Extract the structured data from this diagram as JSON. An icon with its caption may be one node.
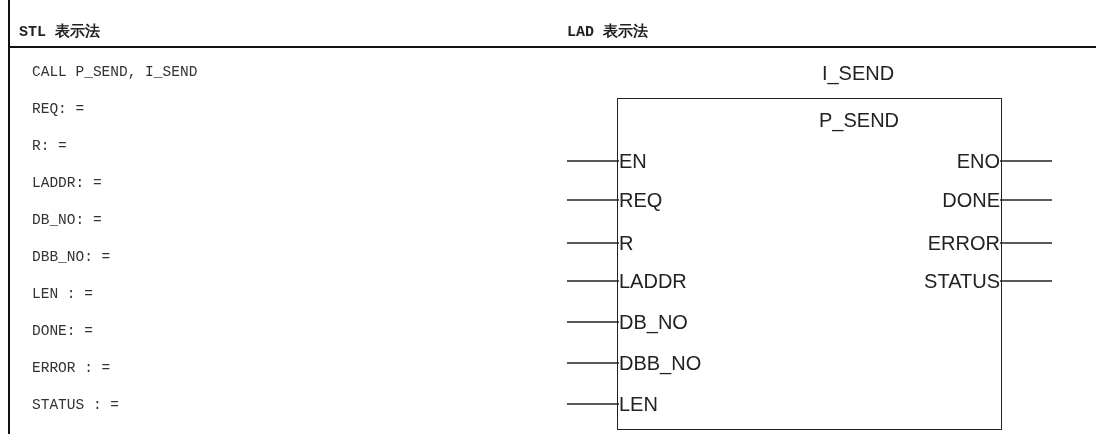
{
  "diagram": {
    "nodes": [
      {
        "text": [
          "I_SEND",
          "P_SEND"
        ]
      },
      {
        "text": [
          "EN"
        ],
        "in": 0
      },
      {
        "text": [
          "REQ"
        ],
        "in": 0
      },
      {
        "text": [
          "R"
        ],
        "in": 0
      },
      {
        "text": [
          "LADDR"
        ],
        "in": 0
      },
      {
        "text": [
          "DB_NO"
        ],
        "in": 0
      },
      {
        "text": [
          "DBB_NO"
        ],
        "in": 0
      },
      {
        "text": [
          "LEN"
        ],
        "in": 0
      },
      {
        "text": [
          "ENO"
        ],
        "in": 0
      },
      {
        "text": [
          "DONE"
        ],
        "in": 0
      },
      {
        "text": [
          "ERROR"
        ],
        "in": 0
      },
      {
        "text": [
          "STATUS"
        ],
        "in": 0
      }
    ],
    "edges": [
      {
        "from": null,
        "to": 1,
        "arrow": "none"
      },
      {
        "from": null,
        "to": 2,
        "arrow": "none"
      },
      {
        "from": null,
        "to": 3,
        "arrow": "none"
      },
      {
        "from": null,
        "to": 4,
        "arrow": "none"
      },
      {
        "from": null,
        "to": 5,
        "arrow": "none"
      },
      {
        "from": null,
        "to": 6,
        "arrow": "none"
      },
      {
        "from": null,
        "to": 7,
        "arrow": "none"
      },
      {
        "from": 8,
        "to": null,
        "arrow": "none"
      },
      {
        "from": 9,
        "to": null,
        "arrow": "none"
      },
      {
        "from": 10,
        "to": null,
        "arrow": "none"
      },
      {
        "from": 11,
        "to": null,
        "arrow": "none"
      }
    ],
    "labels": [
      "STL 表示法",
      "LAD 表示法",
      "CALL P_SEND, I_SEND",
      "REQ: =",
      "R: =",
      "LADDR: =",
      "DB_NO: =",
      "DBB_NO: =",
      "LEN : =",
      "DONE: =",
      "ERROR : =",
      "STATUS : ="
    ]
  }
}
